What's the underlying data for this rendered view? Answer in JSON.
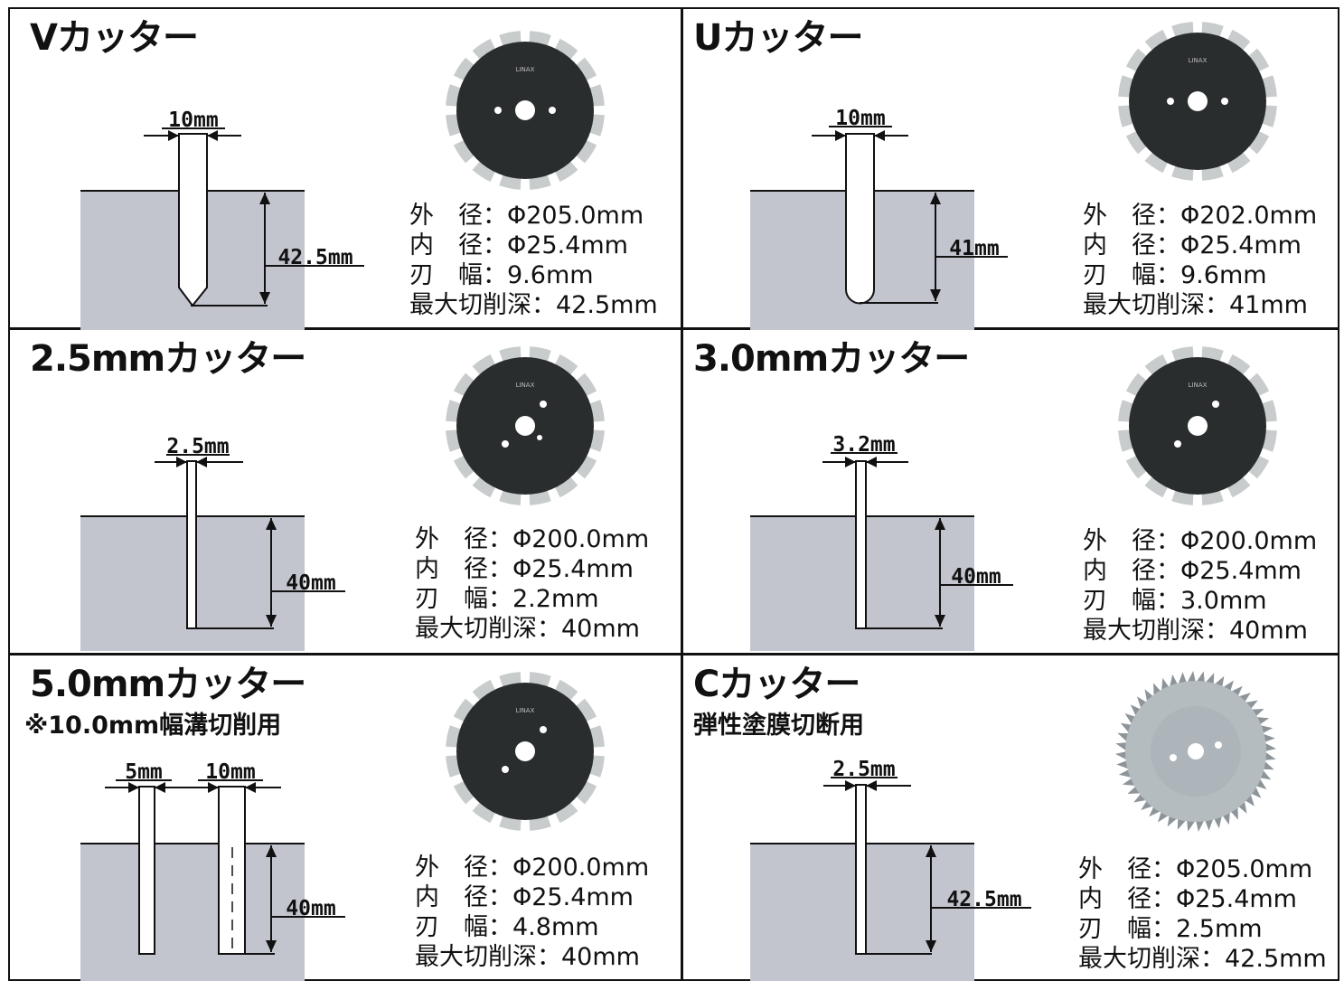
{
  "panels": [
    {
      "id": "v-cutter",
      "title": "Vカッター",
      "subtitle": "",
      "dims": {
        "width1": "10mm",
        "width2": "",
        "depth": "42.5mm"
      },
      "specs": [
        "外　径：Φ205.0mm",
        "内　径：Φ25.4mm",
        "刃　幅：9.6mm",
        "最大切削深：42.5mm"
      ],
      "blade_type": "diamond-segmented",
      "blade_brand": "LINAX"
    },
    {
      "id": "u-cutter",
      "title": "Uカッター",
      "subtitle": "",
      "dims": {
        "width1": "10mm",
        "width2": "",
        "depth": "41mm"
      },
      "specs": [
        "外　径：Φ202.0mm",
        "内　径：Φ25.4mm",
        "刃　幅：9.6mm",
        "最大切削深：41mm"
      ],
      "blade_type": "diamond-segmented",
      "blade_brand": "LINAX"
    },
    {
      "id": "cutter-2-5",
      "title": "2.5mmカッター",
      "subtitle": "",
      "dims": {
        "width1": "2.5mm",
        "width2": "",
        "depth": "40mm"
      },
      "specs": [
        "外　径：Φ200.0mm",
        "内　径：Φ25.4mm",
        "刃　幅：2.2mm",
        "最大切削深：40mm"
      ],
      "blade_type": "diamond-segmented",
      "blade_brand": "LINAX"
    },
    {
      "id": "cutter-3-0",
      "title": "3.0mmカッター",
      "subtitle": "",
      "dims": {
        "width1": "3.2mm",
        "width2": "",
        "depth": "40mm"
      },
      "specs": [
        "外　径：Φ200.0mm",
        "内　径：Φ25.4mm",
        "刃　幅：3.0mm",
        "最大切削深：40mm"
      ],
      "blade_type": "diamond-segmented",
      "blade_brand": "LINAX"
    },
    {
      "id": "cutter-5-0",
      "title": "5.0mmカッター",
      "subtitle": "※10.0mm幅溝切削用",
      "dims": {
        "width1": "5mm",
        "width2": "10mm",
        "depth": "40mm"
      },
      "specs": [
        "外　径：Φ200.0mm",
        "内　径：Φ25.4mm",
        "刃　幅：4.8mm",
        "最大切削深：40mm"
      ],
      "blade_type": "diamond-segmented",
      "blade_brand": "LINAX"
    },
    {
      "id": "c-cutter",
      "title": "Cカッター",
      "subtitle": "弾性塗膜切断用",
      "dims": {
        "width1": "2.5mm",
        "width2": "",
        "depth": "42.5mm"
      },
      "specs": [
        "外　径：Φ205.0mm",
        "内　径：Φ25.4mm",
        "刃　幅：2.5mm",
        "最大切削深：42.5mm"
      ],
      "blade_type": "toothed-saw",
      "blade_brand": ""
    }
  ],
  "colors": {
    "concrete": "#c2c5ce",
    "blade_dark": "#2a2d2e",
    "blade_rim": "#c9cccc",
    "saw_light": "#b5bcc0",
    "border": "#111111"
  }
}
